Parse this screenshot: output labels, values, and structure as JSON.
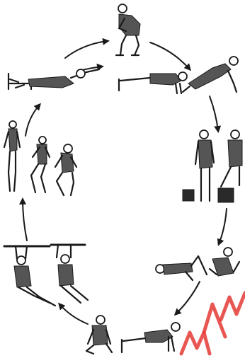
{
  "diagram": {
    "stations": [
      {
        "id": "squat-top"
      },
      {
        "id": "push-up-top"
      },
      {
        "id": "step-up"
      },
      {
        "id": "sit-up"
      },
      {
        "id": "push-up-bottom"
      },
      {
        "id": "crouch"
      },
      {
        "id": "pull-up"
      },
      {
        "id": "squat-sequence"
      },
      {
        "id": "back-extension"
      }
    ],
    "connector_color": "#1a1a1a",
    "watermark_color": "#e53935"
  }
}
